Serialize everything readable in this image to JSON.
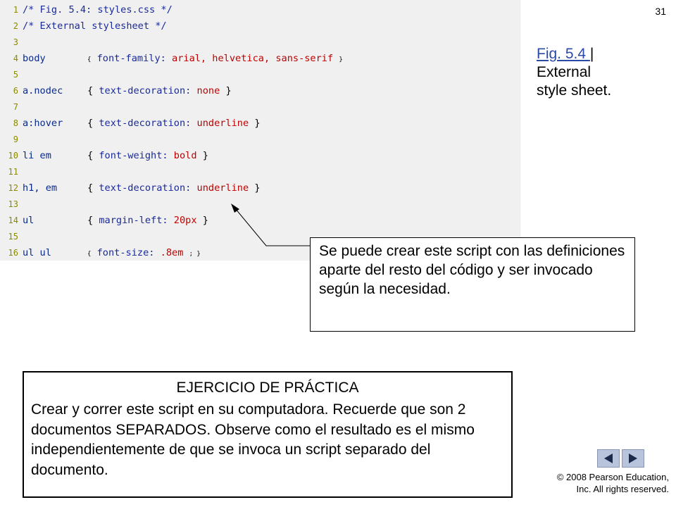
{
  "slide_number": "31",
  "code": {
    "lines": [
      {
        "num": "1",
        "comment": "/* Fig. 5.4: styles.css */"
      },
      {
        "num": "2",
        "comment": "/* External stylesheet */"
      },
      {
        "num": "3"
      },
      {
        "num": "4",
        "selector": "body",
        "open": "{",
        "property": "font-family:",
        "value": "arial, helvetica, sans-serif",
        "end": "}"
      },
      {
        "num": "5"
      },
      {
        "num": "6",
        "selector": "a.nodec",
        "open": "{",
        "property": "text-decoration:",
        "value": "none",
        "end": "}"
      },
      {
        "num": "7"
      },
      {
        "num": "8",
        "selector": "a:hover",
        "open": "{",
        "property": "text-decoration:",
        "value": "underline",
        "end": "}"
      },
      {
        "num": "9"
      },
      {
        "num": "10",
        "selector": "li em",
        "open": "{",
        "property": "font-weight:",
        "value": "bold",
        "end": "}"
      },
      {
        "num": "11"
      },
      {
        "num": "12",
        "selector": "h1, em",
        "open": "{",
        "property": "text-decoration:",
        "value": "underline",
        "end": "}"
      },
      {
        "num": "13"
      },
      {
        "num": "14",
        "selector": "ul",
        "open": "{",
        "property": "margin-left:",
        "value": "20px",
        "end": "}"
      },
      {
        "num": "15"
      },
      {
        "num": "16",
        "selector": "ul ul",
        "open": "{",
        "property": "font-size:",
        "value": ".8em",
        "end": "; }"
      }
    ]
  },
  "caption": {
    "link_text": "Fig. 5.4 ",
    "separator": "|",
    "line1": "External",
    "line2": "style sheet."
  },
  "callout": {
    "text": "Se puede crear este script con las definiciones aparte del resto del código  y ser invocado según la necesidad."
  },
  "exercise": {
    "title": "EJERCICIO DE PRÁCTICA",
    "body": "Crear y correr este script en su computadora.  Recuerde que son 2 documentos SEPARADOS.  Observe como el resultado es el mismo independientemente de que se invoca un script separado del documento."
  },
  "copyright": {
    "line1": "© 2008 Pearson Education,",
    "line2": "Inc.  All rights reserved."
  },
  "nav": {
    "prev_icon": "triangle-left-icon",
    "next_icon": "triangle-right-icon"
  },
  "colors": {
    "link": "#2a4aa8",
    "code_value": "#c00000",
    "code_keyword": "#1a2a9a",
    "nav_button": "#b8c4dc"
  }
}
